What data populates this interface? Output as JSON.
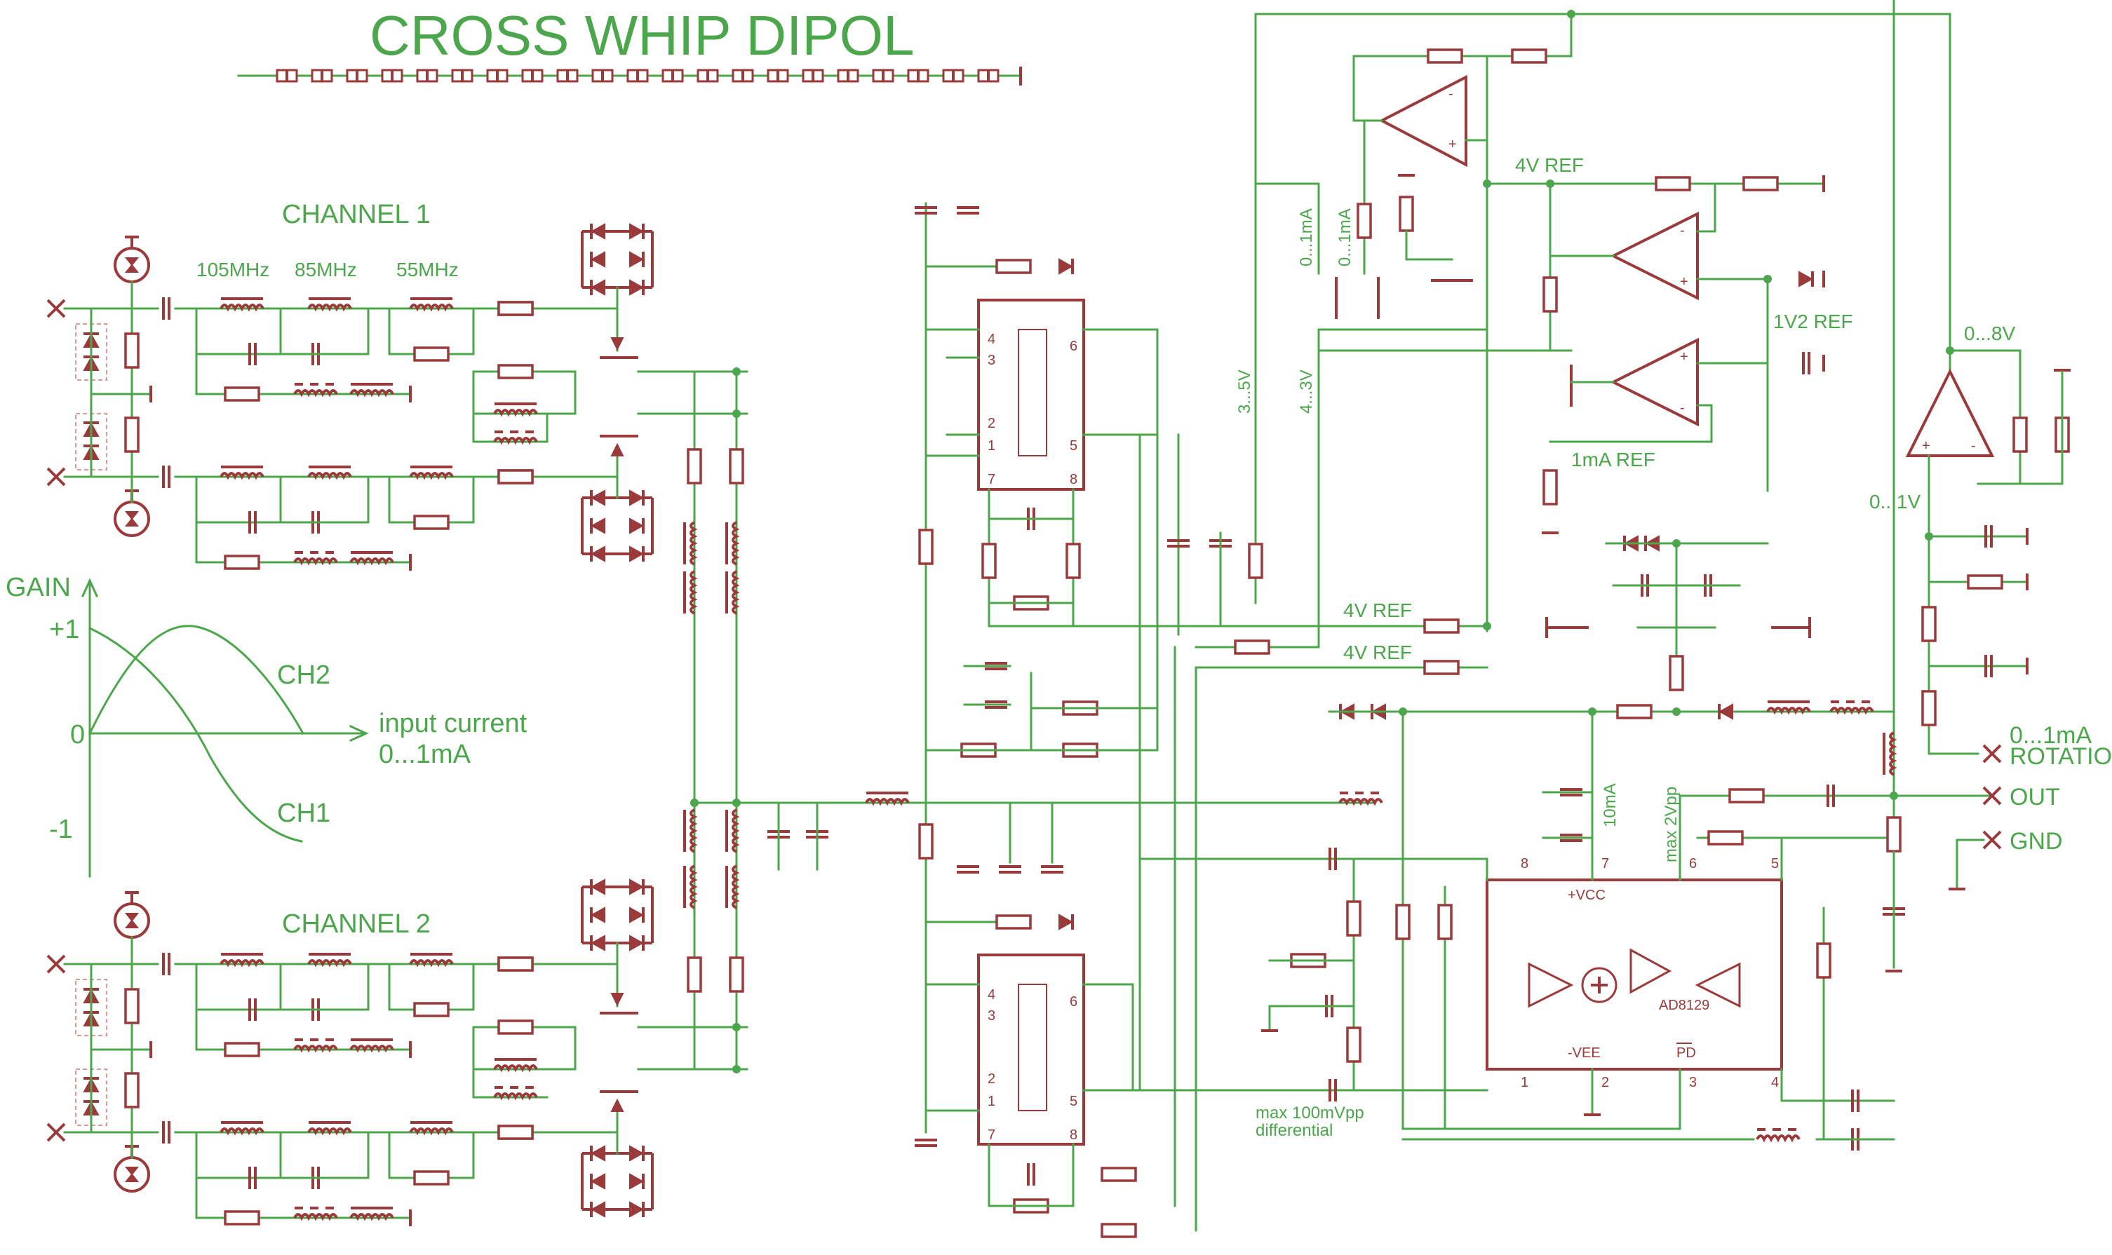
{
  "title": "CROSS WHIP DIPOL",
  "channels": {
    "ch1_label": "CHANNEL 1",
    "ch2_label": "CHANNEL 2",
    "filter_freqs": [
      "105MHz",
      "85MHz",
      "55MHz"
    ]
  },
  "gain_plot": {
    "ylabel": "GAIN",
    "y_ticks": [
      "+1",
      "0",
      "-1"
    ],
    "xlabel_line1": "input current",
    "xlabel_line2": "0...1mA",
    "series": [
      "CH2",
      "CH1"
    ]
  },
  "bias": {
    "label_3_5v": "3...5V",
    "label_4_3v": "4...3V",
    "label_01ma_a": "0...1mA",
    "label_01ma_b": "0...1mA",
    "label_4vref_top": "4V REF",
    "label_4vref_a": "4V REF",
    "label_4vref_b": "4V REF",
    "label_1v2": "1V2 REF",
    "label_1ma_ref": "1mA REF",
    "label_08v": "0...8V",
    "label_01v": "0...1V"
  },
  "output": {
    "label_10ma": "10mA",
    "label_2vpp": "max 2Vpp",
    "label_100mvpp_1": "max 100mVpp",
    "label_100mvpp_2": "differential",
    "terminals": [
      {
        "line1": "0...1mA",
        "line2": "ROTATION"
      },
      {
        "line1": "OUT",
        "line2": ""
      },
      {
        "line1": "GND",
        "line2": ""
      }
    ]
  },
  "ic_amp": {
    "name": "AD8129",
    "vcc": "+VCC",
    "vee": "-VEE",
    "pd": "PD",
    "pins": [
      "8",
      "7",
      "6",
      "5",
      "1",
      "2",
      "3",
      "4"
    ]
  },
  "mixer_pins": [
    "4",
    "3",
    "6",
    "2",
    "1",
    "5",
    "7",
    "8"
  ],
  "colors": {
    "wire": "#4ca64c",
    "component": "#9b3a3a",
    "background": "#ffffff"
  }
}
